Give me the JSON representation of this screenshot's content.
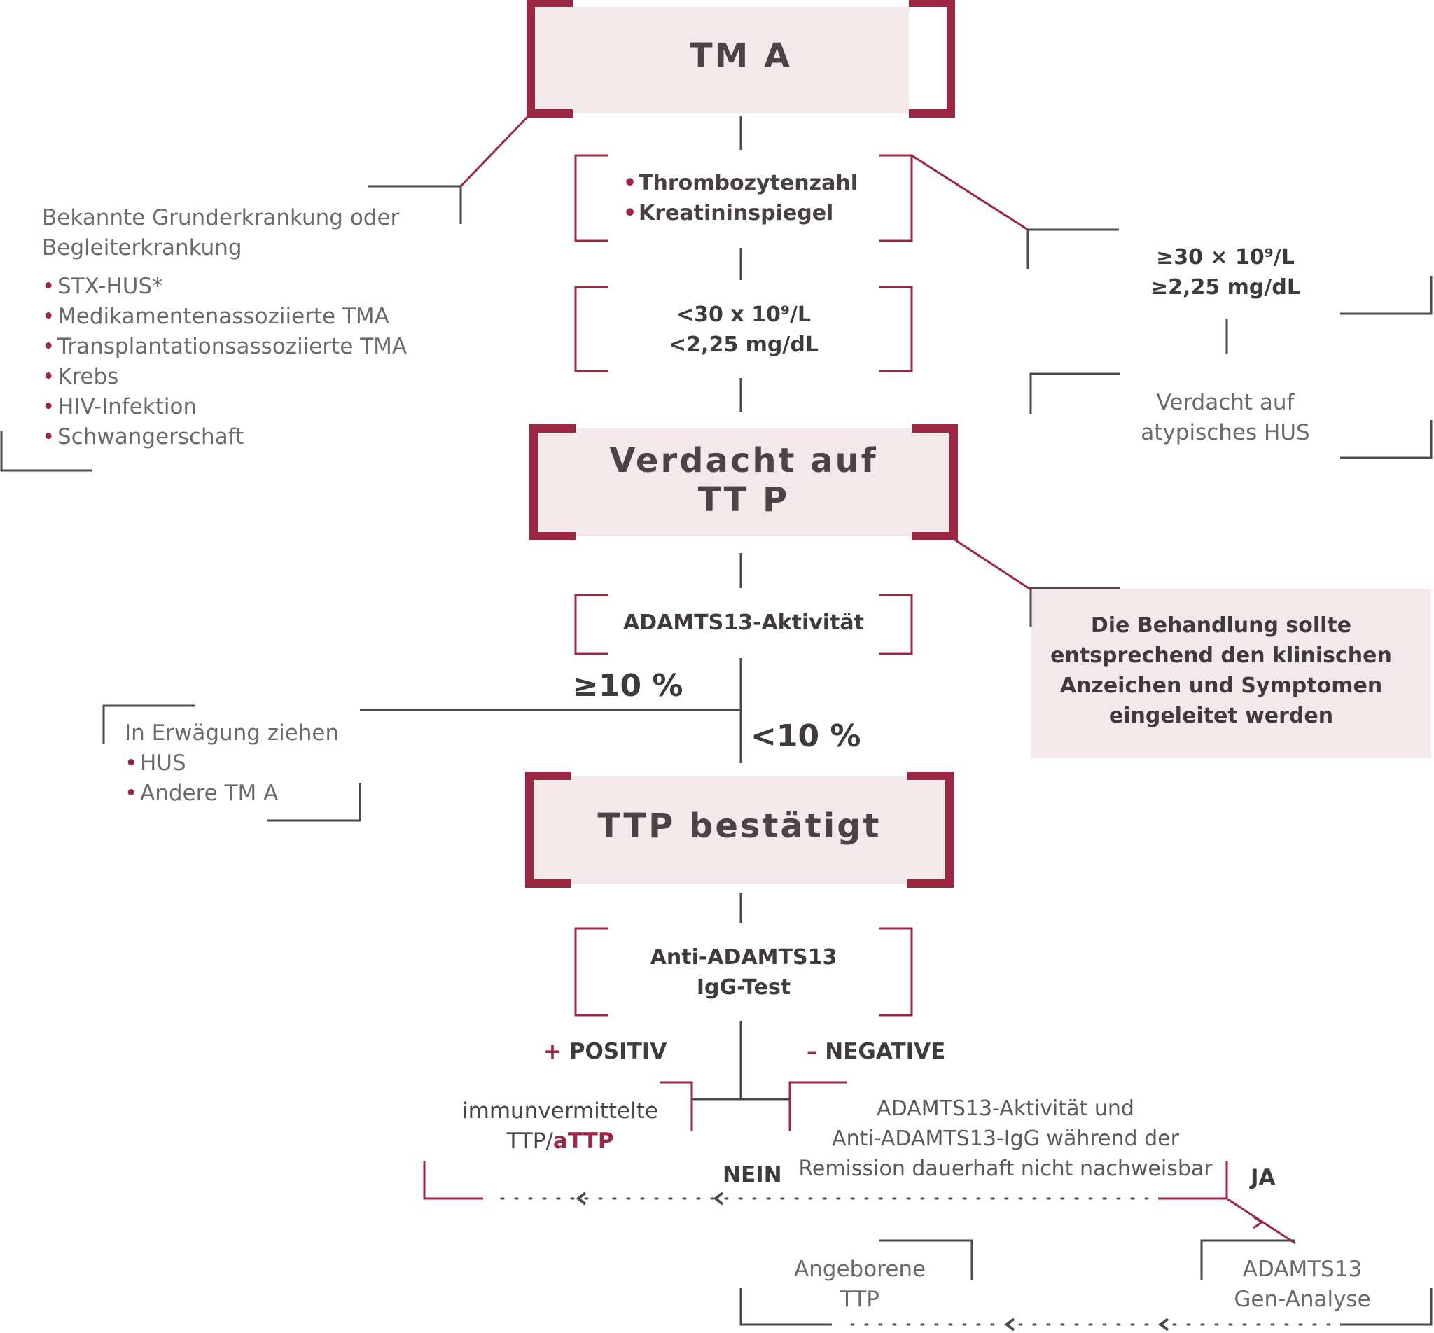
{
  "tma": {
    "label": "TM A"
  },
  "labs": {
    "items": [
      "Thrombozytenzahl",
      "Kreatininspiegel"
    ]
  },
  "low_values": {
    "line1": "<30 x 10⁹/L",
    "line2": "<2,25 mg/dL"
  },
  "high_values": {
    "line1": "≥30 × 10⁹/L",
    "line2": "≥2,25 mg/dL"
  },
  "atypical": {
    "line1": "Verdacht auf",
    "line2": "atypisches HUS"
  },
  "known_disease": {
    "title_line1": "Bekannte Grunderkrankung oder",
    "title_line2": "Begleiterkrankung",
    "items": [
      "STX-HUS*",
      "Medikamentenassoziierte TMA",
      "Transplantationsassoziierte TMA",
      "Krebs",
      "HIV-Infektion",
      "Schwangerschaft"
    ]
  },
  "suspected_ttp": {
    "line1": "Verdacht auf",
    "line2": "TT P"
  },
  "treatment_note": {
    "lines": [
      "Die Behandlung sollte",
      "entsprechend den klinischen",
      "Anzeichen und Symptomen",
      "eingeleitet werden"
    ]
  },
  "adamts_activity": {
    "label": "ADAMTS13-Aktivität"
  },
  "branch_high": "≥10 %",
  "branch_low": "<10 %",
  "consider": {
    "title": "In Erwägung ziehen",
    "items": [
      "HUS",
      "Andere TM A"
    ]
  },
  "ttp_confirmed": {
    "label": "TTP bestätigt"
  },
  "igg_test": {
    "line1": "Anti-ADAMTS13",
    "line2": "IgG-Test"
  },
  "positive": {
    "sign": "+",
    "label": "POSITIV"
  },
  "negative": {
    "sign": "–",
    "label": "NEGATIVE"
  },
  "immune": {
    "line1": "immunvermittelte",
    "line2_a": "TTP/",
    "line2_b": "aTTP"
  },
  "remission": {
    "lines": [
      "ADAMTS13-Aktivität und",
      "Anti-ADAMTS13-IgG während der",
      "Remission dauerhaft nicht nachweisbar"
    ]
  },
  "nein": "NEIN",
  "ja": "JA",
  "congenital": {
    "line1": "Angeborene",
    "line2": "TTP"
  },
  "gene": {
    "line1": "ADAMTS13",
    "line2": "Gen-Analyse"
  },
  "colors": {
    "accent": "#9b2743",
    "box_fill": "#f3e9eb",
    "line_grey": "#4a4a4a",
    "text_grey": "#6a6a6a"
  }
}
